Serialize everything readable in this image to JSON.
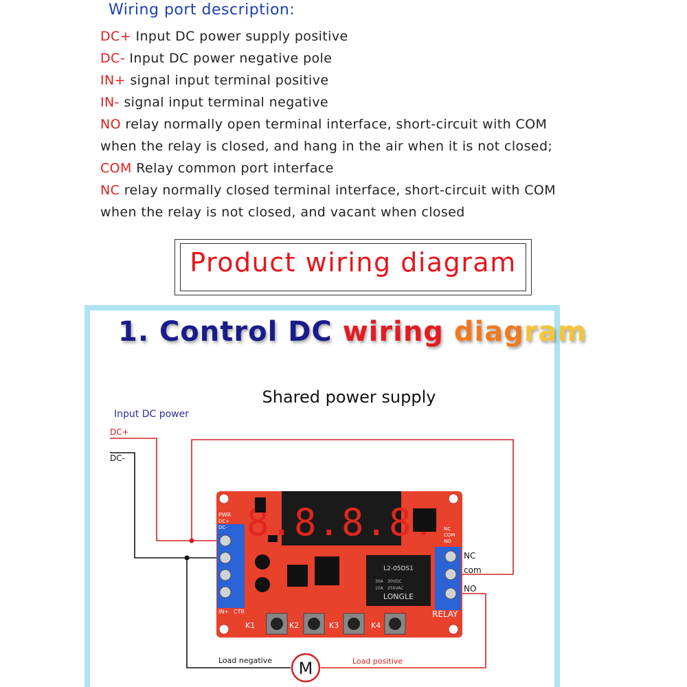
{
  "description": {
    "title": "Wiring port description:",
    "lines": [
      {
        "term": "DC+",
        "text": " Input DC power supply positive"
      },
      {
        "term": "DC-",
        "text": " Input DC power negative pole"
      },
      {
        "term": "IN+",
        "text": " signal input terminal positive"
      },
      {
        "term": "IN-",
        "text": " signal input terminal negative"
      },
      {
        "term": "NO",
        "text": " relay normally open terminal interface, short-circuit with COM"
      },
      {
        "term": "",
        "text": "when the relay is closed, and hang in the air when it is not closed;"
      },
      {
        "term": "COM",
        "text": " Relay common port interface"
      },
      {
        "term": "NC",
        "text": " relay normally closed terminal interface, short-circuit with COM"
      },
      {
        "term": "",
        "text": " when the relay is not closed, and vacant when closed"
      }
    ]
  },
  "section_title": "Product wiring diagram",
  "panel": {
    "heading_parts": [
      "1. Control DC ",
      "wiring ",
      "diag",
      "ram"
    ],
    "subtitle": "Shared power supply",
    "input_label": "Input DC power",
    "dc_plus": "DC+",
    "dc_minus": "DC-",
    "nc_label": "NC",
    "com_label": "com",
    "no_label": "NO",
    "load_negative": "Load negative",
    "load_positive": "Load positive",
    "motor_symbol": "M"
  },
  "board": {
    "display_digits": "8.8.8.8.",
    "pwr_label": "PWR",
    "dc_side_labels": [
      "DC+",
      "DC-"
    ],
    "in_label": "IN+",
    "ctr_label": "CTR",
    "nc_com_no": [
      "NC",
      "COM",
      "NO"
    ],
    "relay_label": "RELAY",
    "relay_brand": "LONGLE",
    "relay_model": "L2-05DS1",
    "relay_specs": [
      "30A",
      "30VDC",
      "10A",
      "250VAC"
    ],
    "buttons": [
      "K1",
      "K2",
      "K3",
      "K4"
    ]
  },
  "colors": {
    "title_blue": "#1f3fb0",
    "term_red": "#e02020",
    "wire_red": "#d42020",
    "board_red": "#e8412c",
    "panel_border": "#aee3f3"
  }
}
